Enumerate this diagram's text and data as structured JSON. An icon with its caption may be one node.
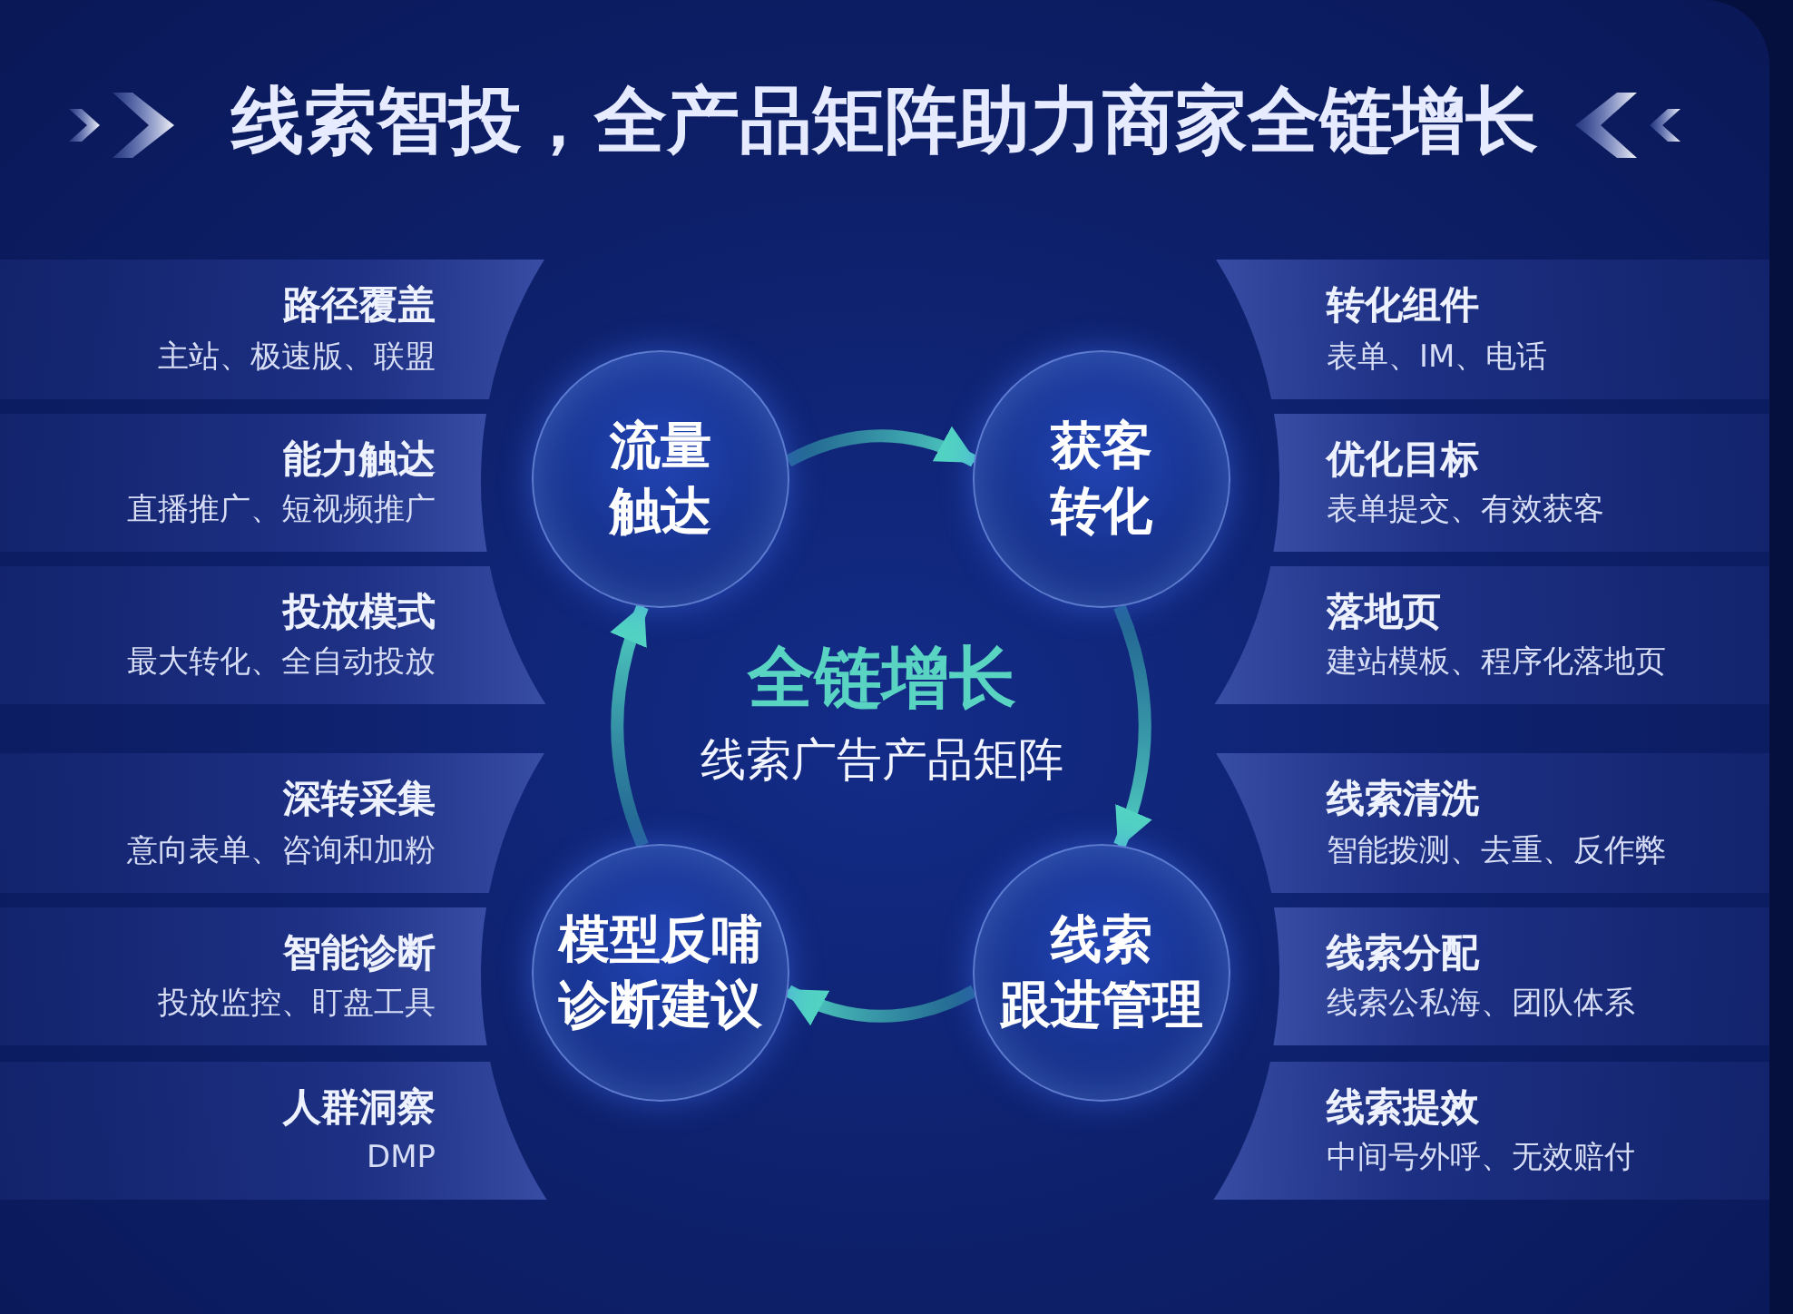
{
  "diagram": {
    "title": "线索智投，全产品矩阵助力商家全链增长",
    "nodes": [
      {
        "text": [
          "路径覆盖",
          "主站、极速版、联盟"
        ]
      },
      {
        "text": [
          "能力触达",
          "直播推广、短视频推广"
        ]
      },
      {
        "text": [
          "投放模式",
          "最大转化、全自动投放"
        ]
      },
      {
        "text": [
          "流量触达"
        ]
      },
      {
        "text": [
          "获客转化"
        ]
      },
      {
        "text": [
          "转化组件",
          "表单、IM、电话"
        ]
      },
      {
        "text": [
          "优化目标",
          "表单提交、有效获客"
        ]
      },
      {
        "text": [
          "落地页",
          "建站模板、程序化落地页"
        ]
      },
      {
        "text": [
          "深转采集",
          "意向表单、咨询和加粉"
        ]
      },
      {
        "text": [
          "智能诊断",
          "投放监控、盯盘工具"
        ]
      },
      {
        "text": [
          "人群洞察",
          "DMP"
        ]
      },
      {
        "text": [
          "模型反哺诊断建议"
        ]
      },
      {
        "text": [
          "线索跟进管理"
        ]
      },
      {
        "text": [
          "线索清洗",
          "智能拨测、去重、反作弊"
        ]
      },
      {
        "text": [
          "线索分配",
          "线索公私海、团队体系"
        ]
      },
      {
        "text": [
          "线索提效",
          "中间号外呼、无效赔付"
        ]
      }
    ],
    "edges": [
      {
        "from": 3,
        "to": 4,
        "arrow": "to"
      },
      {
        "from": 4,
        "to": 12,
        "arrow": "to"
      },
      {
        "from": 12,
        "to": 11,
        "arrow": "to"
      },
      {
        "from": 11,
        "to": 3,
        "arrow": "to"
      }
    ],
    "labels": [
      "全链增长",
      "线索广告产品矩阵"
    ]
  }
}
